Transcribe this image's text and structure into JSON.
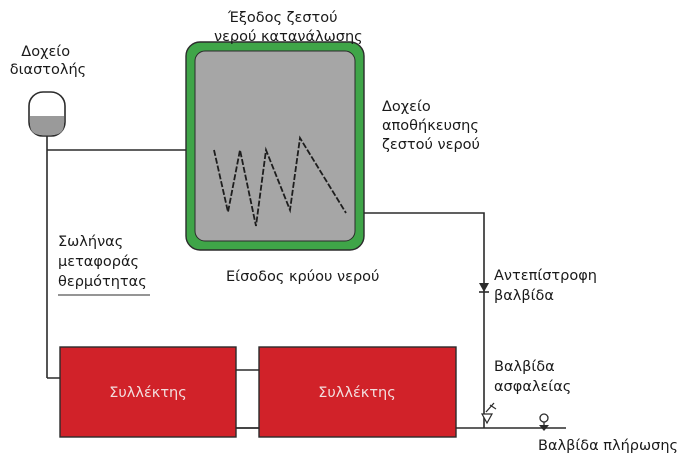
{
  "labels": {
    "hot_water_outlet": [
      "Έξοδος ζεστού",
      "νερού κατανάλωσης"
    ],
    "expansion_tank": [
      "Δοχείο",
      "διαστολής"
    ],
    "storage_tank": [
      "Δοχείο",
      "αποθήκευσης",
      "ζεστού νερού"
    ],
    "transfer_pipe": [
      "Σωλήνας",
      "μεταφοράς",
      "θερμότητας"
    ],
    "cold_water_inlet": "Είσοδος κρύου νερού",
    "check_valve": [
      "Αντεπίστροφη",
      "βαλβίδα"
    ],
    "safety_valve": [
      "Βαλβίδα",
      "ασφαλείας"
    ],
    "fill_valve": "Βαλβίδα πλήρωσης",
    "collector_1": "Συλλέκτης",
    "collector_2": "Συλλέκτης"
  },
  "colors": {
    "tank_fill": "#a6a6a6",
    "tank_border": "#3fa548",
    "collector_fill": "#d12229",
    "pipe": "#2b2b2b"
  }
}
